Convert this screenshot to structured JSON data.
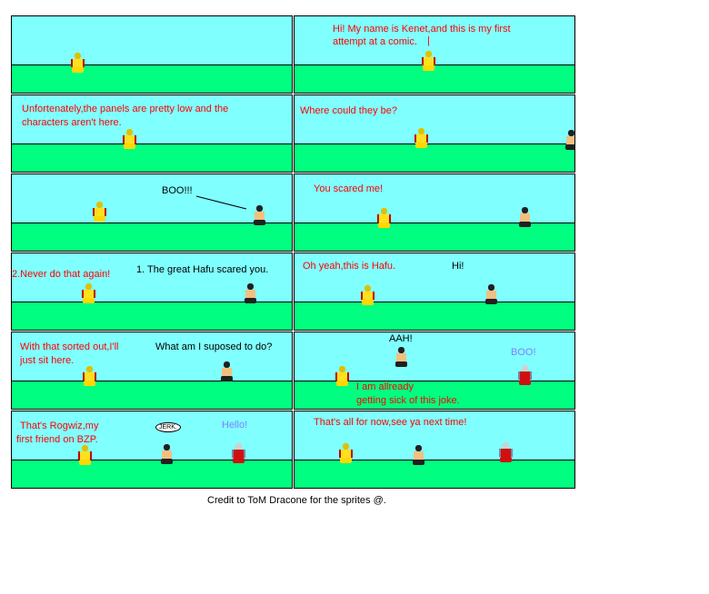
{
  "colors": {
    "sky": "#80ffff",
    "ground": "#00ff80",
    "speech_main": "#ff0000",
    "speech_other": "#000000",
    "speech_rogwiz": "#8080ff"
  },
  "panels": [
    {
      "lines": []
    },
    {
      "lines": [
        "Hi! My name is Kenet,and this is my first",
        "attempt at a comic."
      ],
      "mark": "|"
    },
    {
      "lines": [
        "Unfortenately,the panels are pretty low and the",
        "characters aren't here."
      ]
    },
    {
      "lines": [
        "Where could they be?"
      ]
    },
    {
      "lines": [
        "BOO!!!"
      ]
    },
    {
      "lines": [
        "You scared me!"
      ]
    },
    {
      "lines": [
        "2.Never do that again!",
        "1. The great Hafu scared you."
      ]
    },
    {
      "lines": [
        "Oh yeah,this is Hafu.",
        "Hi!"
      ]
    },
    {
      "lines": [
        "With that sorted out,I'll",
        "just sit here.",
        "What am I suposed to do?"
      ]
    },
    {
      "lines": [
        "AAH!",
        "BOO!",
        "I am allready",
        "getting sick of this joke."
      ]
    },
    {
      "lines": [
        "That's Rogwiz,my",
        "first friend on BZP.",
        "JERK.",
        "Hello!"
      ]
    },
    {
      "lines": [
        "That's all for now,see ya next time!"
      ]
    }
  ],
  "caption": "Credit to ToM Dracone for the sprites @."
}
